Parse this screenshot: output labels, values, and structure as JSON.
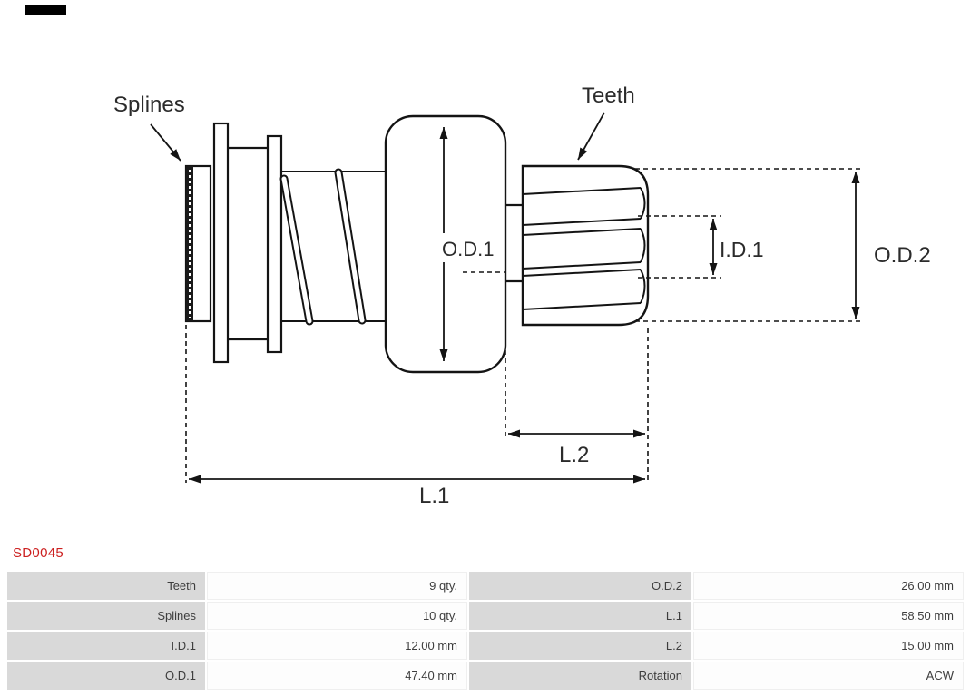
{
  "part_number": "SD0045",
  "diagram": {
    "labels": {
      "splines": "Splines",
      "teeth": "Teeth",
      "od1": "O.D.1",
      "id1": "I.D.1",
      "od2": "O.D.2",
      "l2": "L.2",
      "l1": "L.1"
    }
  },
  "table": {
    "rows": [
      {
        "c1": "Teeth",
        "v1": "9 qty.",
        "c2": "O.D.2",
        "v2": "26.00 mm"
      },
      {
        "c1": "Splines",
        "v1": "10 qty.",
        "c2": "L.1",
        "v2": "58.50 mm"
      },
      {
        "c1": "I.D.1",
        "v1": "12.00 mm",
        "c2": "L.2",
        "v2": "15.00 mm"
      },
      {
        "c1": "O.D.1",
        "v1": "47.40 mm",
        "c2": "Rotation",
        "v2": "ACW"
      }
    ]
  },
  "colors": {
    "part_number_red": "#cc2020",
    "table_label_bg": "#d9d9d9",
    "table_value_bg": "#fdfdfd",
    "line_color": "#141414"
  }
}
